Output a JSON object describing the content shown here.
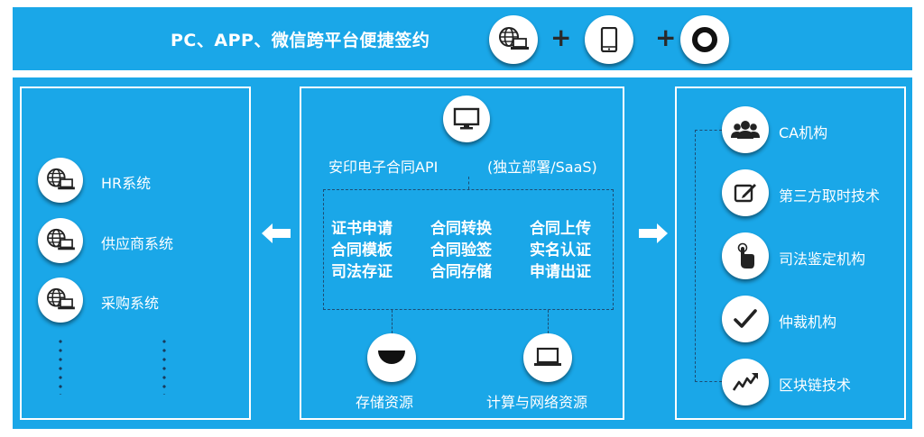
{
  "header": {
    "title": "PC、APP、微信跨平台便捷签约",
    "plus": "+",
    "icons": [
      "globe-laptop-icon",
      "tablet-icon",
      "wechat-ring-icon"
    ]
  },
  "left": {
    "items": [
      {
        "label": "HR系统",
        "icon": "globe-laptop-icon"
      },
      {
        "label": "供应商系统",
        "icon": "globe-laptop-icon"
      },
      {
        "label": "采购系统",
        "icon": "globe-laptop-icon"
      }
    ]
  },
  "center": {
    "api_label": "安印电子合同API",
    "deploy_label": "(独立部署/SaaS)",
    "features": [
      [
        "证书申请",
        "合同模板",
        "司法存证"
      ],
      [
        "合同转换",
        "合同验签",
        "合同存储"
      ],
      [
        "合同上传",
        "实名认证",
        "申请出证"
      ]
    ],
    "storage_label": "存储资源",
    "compute_label": "计算与网络资源"
  },
  "right": {
    "items": [
      {
        "label": "CA机构",
        "icon": "people-icon"
      },
      {
        "label": "第三方取时技术",
        "icon": "edit-icon"
      },
      {
        "label": "司法鉴定机构",
        "icon": "tap-hand-icon"
      },
      {
        "label": "仲裁机构",
        "icon": "checkmark-icon"
      },
      {
        "label": "区块链技术",
        "icon": "trend-arrow-icon"
      }
    ]
  },
  "colors": {
    "background": "#1aa7e8",
    "panel_border": "#ffffff",
    "icon_dark": "#222222",
    "dotted_line": "#1d4d73"
  }
}
